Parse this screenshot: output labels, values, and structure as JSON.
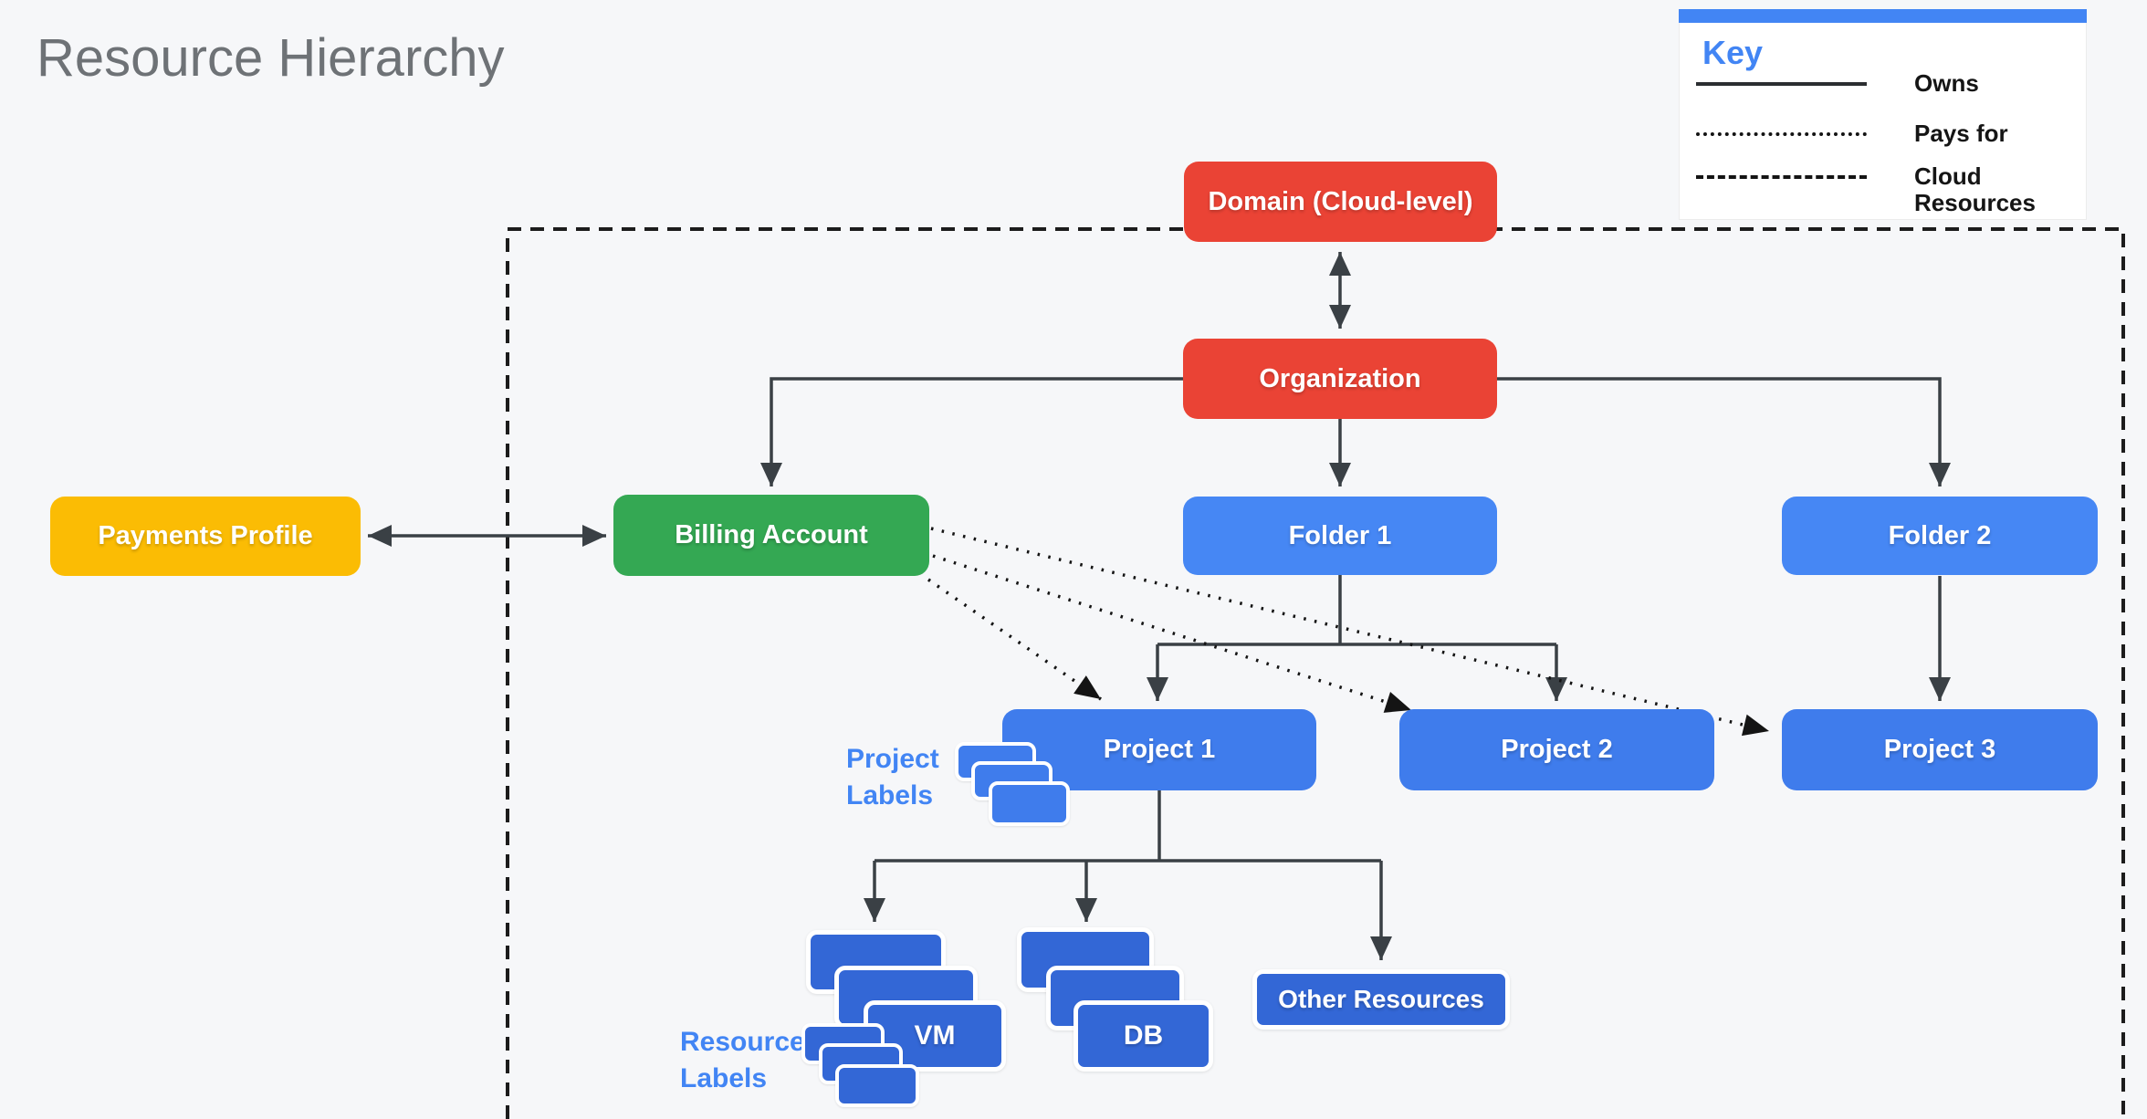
{
  "title": "Resource Hierarchy",
  "key": {
    "title": "Key",
    "items": [
      {
        "style": "solid",
        "label": "Owns"
      },
      {
        "style": "dotted",
        "label": "Pays for"
      },
      {
        "style": "dashed",
        "label": "Cloud Resources"
      }
    ]
  },
  "nodes": {
    "domain": {
      "label": "Domain (Cloud-level)",
      "color": "#EA4335"
    },
    "organization": {
      "label": "Organization",
      "color": "#EA4335"
    },
    "payments_profile": {
      "label": "Payments Profile",
      "color": "#FBBC04"
    },
    "billing_account": {
      "label": "Billing Account",
      "color": "#34A853"
    },
    "folder1": {
      "label": "Folder 1",
      "color": "#4687F4"
    },
    "folder2": {
      "label": "Folder 2",
      "color": "#4687F4"
    },
    "project1": {
      "label": "Project 1",
      "color": "#3F7CEC"
    },
    "project2": {
      "label": "Project 2",
      "color": "#3F7CEC"
    },
    "project3": {
      "label": "Project 3",
      "color": "#3F7CEC"
    },
    "vm": {
      "label": "VM",
      "color": "#3367D6"
    },
    "db": {
      "label": "DB",
      "color": "#3367D6"
    },
    "other_resources": {
      "label": "Other Resources",
      "color": "#3367D6"
    }
  },
  "annotations": {
    "project_labels": "Project\nLabels",
    "resource_labels": "Resource\nLabels"
  },
  "colors": {
    "accent_blue": "#4285F4",
    "connector_gray": "#3A4045",
    "boundary_black": "#1c1c1c",
    "background": "#f6f7f9",
    "chip_project_blue": "#3F7CEC",
    "chip_resource_blue": "#3367D6"
  }
}
